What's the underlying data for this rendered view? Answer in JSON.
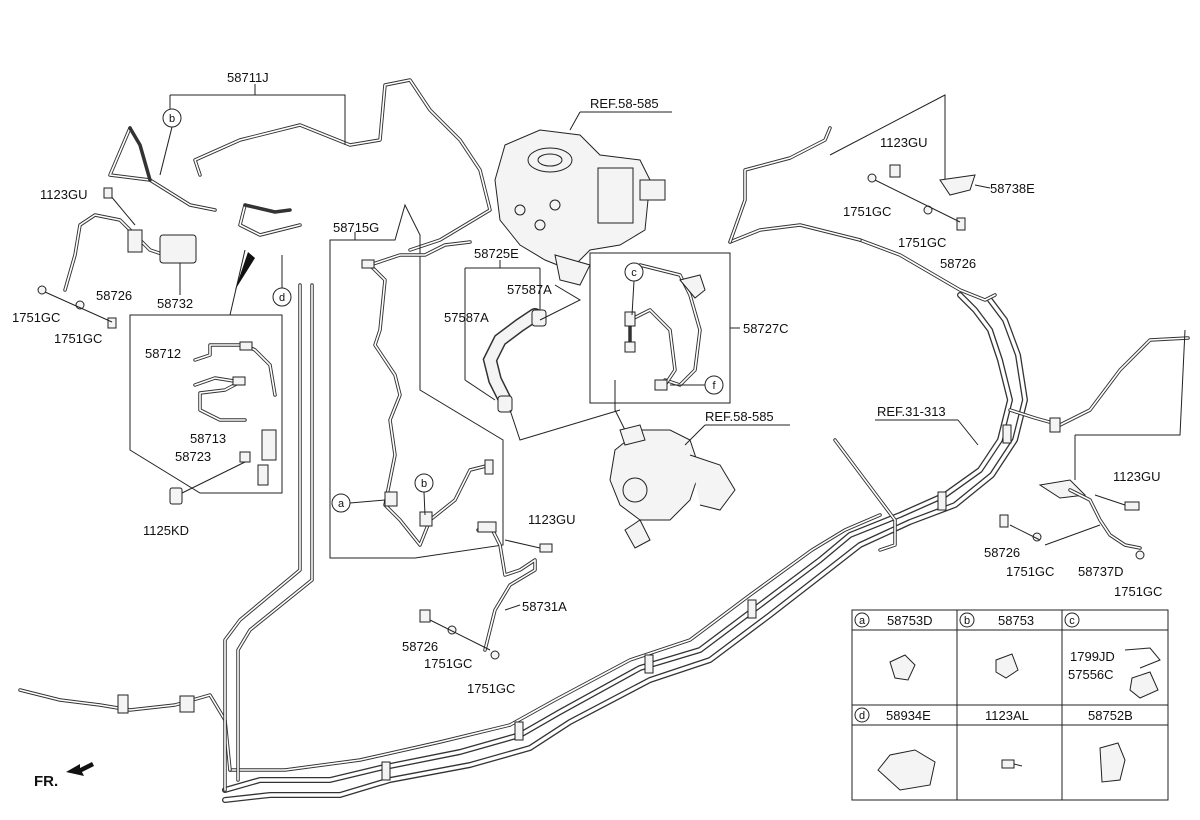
{
  "labels": {
    "l_58711J": "58711J",
    "l_1123GU_a": "1123GU",
    "l_58732": "58732",
    "l_58726_a": "58726",
    "l_1751GC_a": "1751GC",
    "l_1751GC_b": "1751GC",
    "l_58712": "58712",
    "l_58713": "58713",
    "l_58723": "58723",
    "l_1125KD": "1125KD",
    "l_58715G": "58715G",
    "l_ref58585_a": "REF.58-585",
    "l_58725E": "58725E",
    "l_57587A_a": "57587A",
    "l_57587A_b": "57587A",
    "l_58727C": "58727C",
    "l_ref58585_b": "REF.58-585",
    "l_1123GU_b": "1123GU",
    "l_58731A": "58731A",
    "l_58726_b": "58726",
    "l_1751GC_c": "1751GC",
    "l_1751GC_d": "1751GC",
    "l_1123GU_c": "1123GU",
    "l_58738E": "58738E",
    "l_1751GC_e": "1751GC",
    "l_1751GC_f": "1751GC",
    "l_58726_c": "58726",
    "l_ref31313": "REF.31-313",
    "l_1123GU_d": "1123GU",
    "l_58726_d": "58726",
    "l_1751GC_g": "1751GC",
    "l_58737D": "58737D",
    "l_1751GC_h": "1751GC",
    "l_fr": "FR."
  },
  "callouts": {
    "b_top": "b",
    "d_left": "d",
    "a_mid": "a",
    "b_mid": "b",
    "c_right": "c",
    "f_right": "f"
  },
  "legend": {
    "cell_a": {
      "letter": "a",
      "part": "58753D"
    },
    "cell_b": {
      "letter": "b",
      "part": "58753"
    },
    "cell_c": {
      "letter": "c",
      "part1": "1799JD",
      "part2": "57556C"
    },
    "cell_d": {
      "letter": "d",
      "part": "58934E"
    },
    "cell_e": {
      "part": "1123AL"
    },
    "cell_f": {
      "part": "58752B"
    }
  }
}
